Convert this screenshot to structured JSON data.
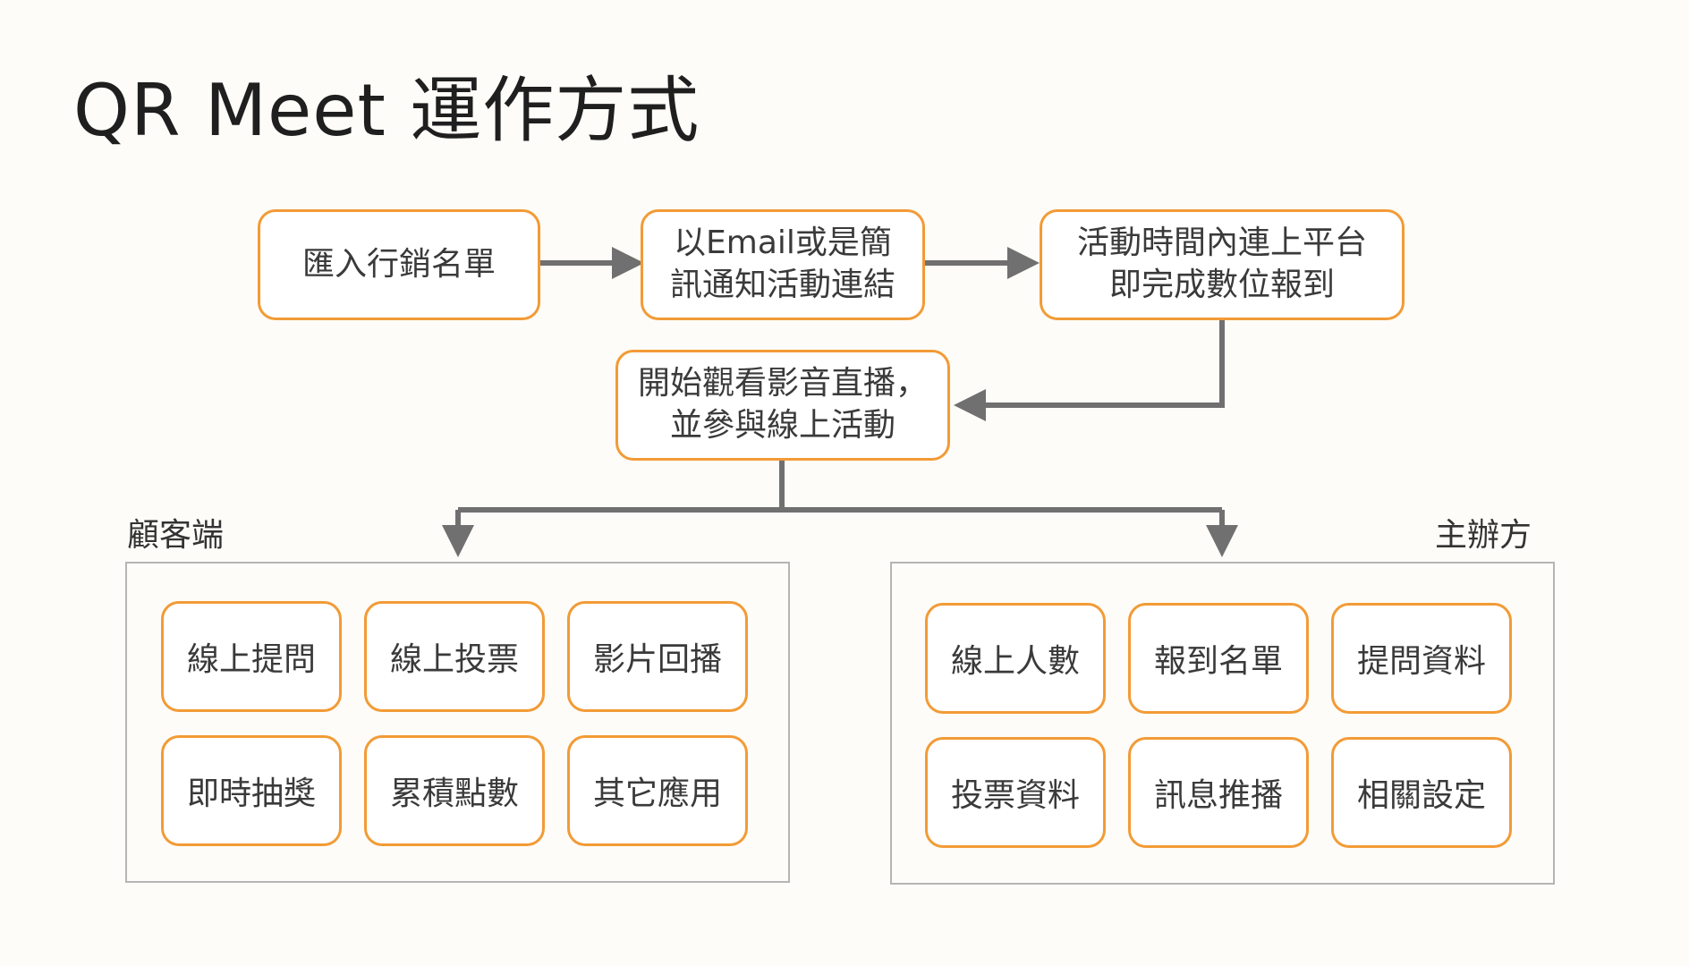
{
  "title": "QR Meet 運作方式",
  "colors": {
    "accent": "#F29B36",
    "connector": "#707070",
    "panel_border": "#B5B5B5",
    "background": "#FDFCF8"
  },
  "flow": {
    "step1": "匯入行銷名單",
    "step2": [
      "以Email或是簡",
      "訊通知活動連結"
    ],
    "step3": [
      "活動時間內連上平台",
      "即完成數位報到"
    ],
    "step4": [
      "開始觀看影音直播，",
      "並參與線上活動"
    ]
  },
  "customer": {
    "label": "顧客端",
    "items": [
      "線上提問",
      "線上投票",
      "影片回播",
      "即時抽獎",
      "累積點數",
      "其它應用"
    ]
  },
  "organizer": {
    "label": "主辦方",
    "items": [
      "線上人數",
      "報到名單",
      "提問資料",
      "投票資料",
      "訊息推播",
      "相關設定"
    ]
  }
}
